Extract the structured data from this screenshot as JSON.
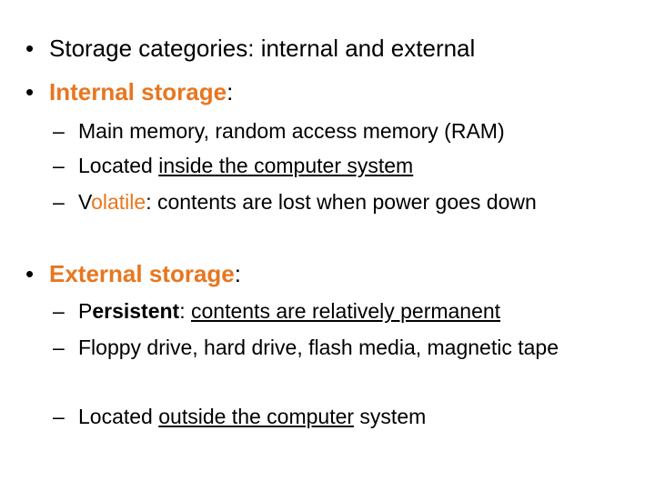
{
  "accent_color": "#e8761f",
  "bullets": {
    "b1": {
      "marker": "•",
      "text": "Storage categories: internal and external"
    },
    "b2": {
      "marker": "•",
      "title": "Internal storage",
      "colon": ":",
      "subs": [
        {
          "marker": "–",
          "text": "Main memory, random access memory (RAM)"
        },
        {
          "marker": "–",
          "pre": "Located ",
          "underlined": "inside the computer system"
        },
        {
          "marker": "–",
          "term_first": "V",
          "term_rest": "olatile",
          "rest": ": contents are lost when power goes down"
        }
      ]
    },
    "b3": {
      "marker": "•",
      "title": "External storage",
      "colon": ":",
      "subs": [
        {
          "marker": "–",
          "term_first": "P",
          "term_rest": "ersistent",
          "colon": ": ",
          "underlined": "contents are relatively permanent"
        },
        {
          "marker": "–",
          "text": "Floppy drive, hard drive, flash media, magnetic tape"
        },
        {
          "marker": "–",
          "pre": "Located ",
          "underlined": "outside the computer",
          "post": " system"
        }
      ]
    }
  }
}
